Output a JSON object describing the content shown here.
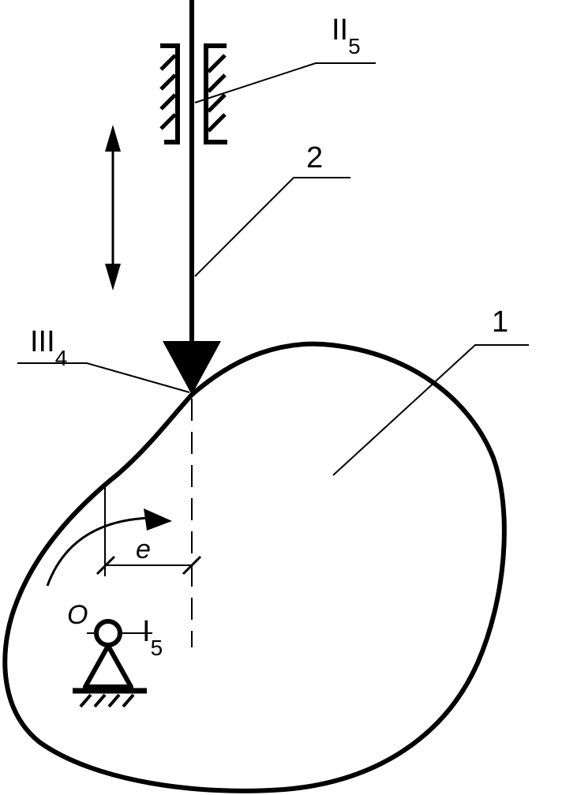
{
  "labels": {
    "guide_roman": "II",
    "guide_sub": "5",
    "follower": "2",
    "contact_roman": "III",
    "contact_sub": "4",
    "cam": "1",
    "eccentricity": "e",
    "pivot_point": "O",
    "pivot_roman": "I",
    "pivot_sub": "5"
  },
  "colors": {
    "ink": "#000000",
    "background": "#ffffff"
  }
}
